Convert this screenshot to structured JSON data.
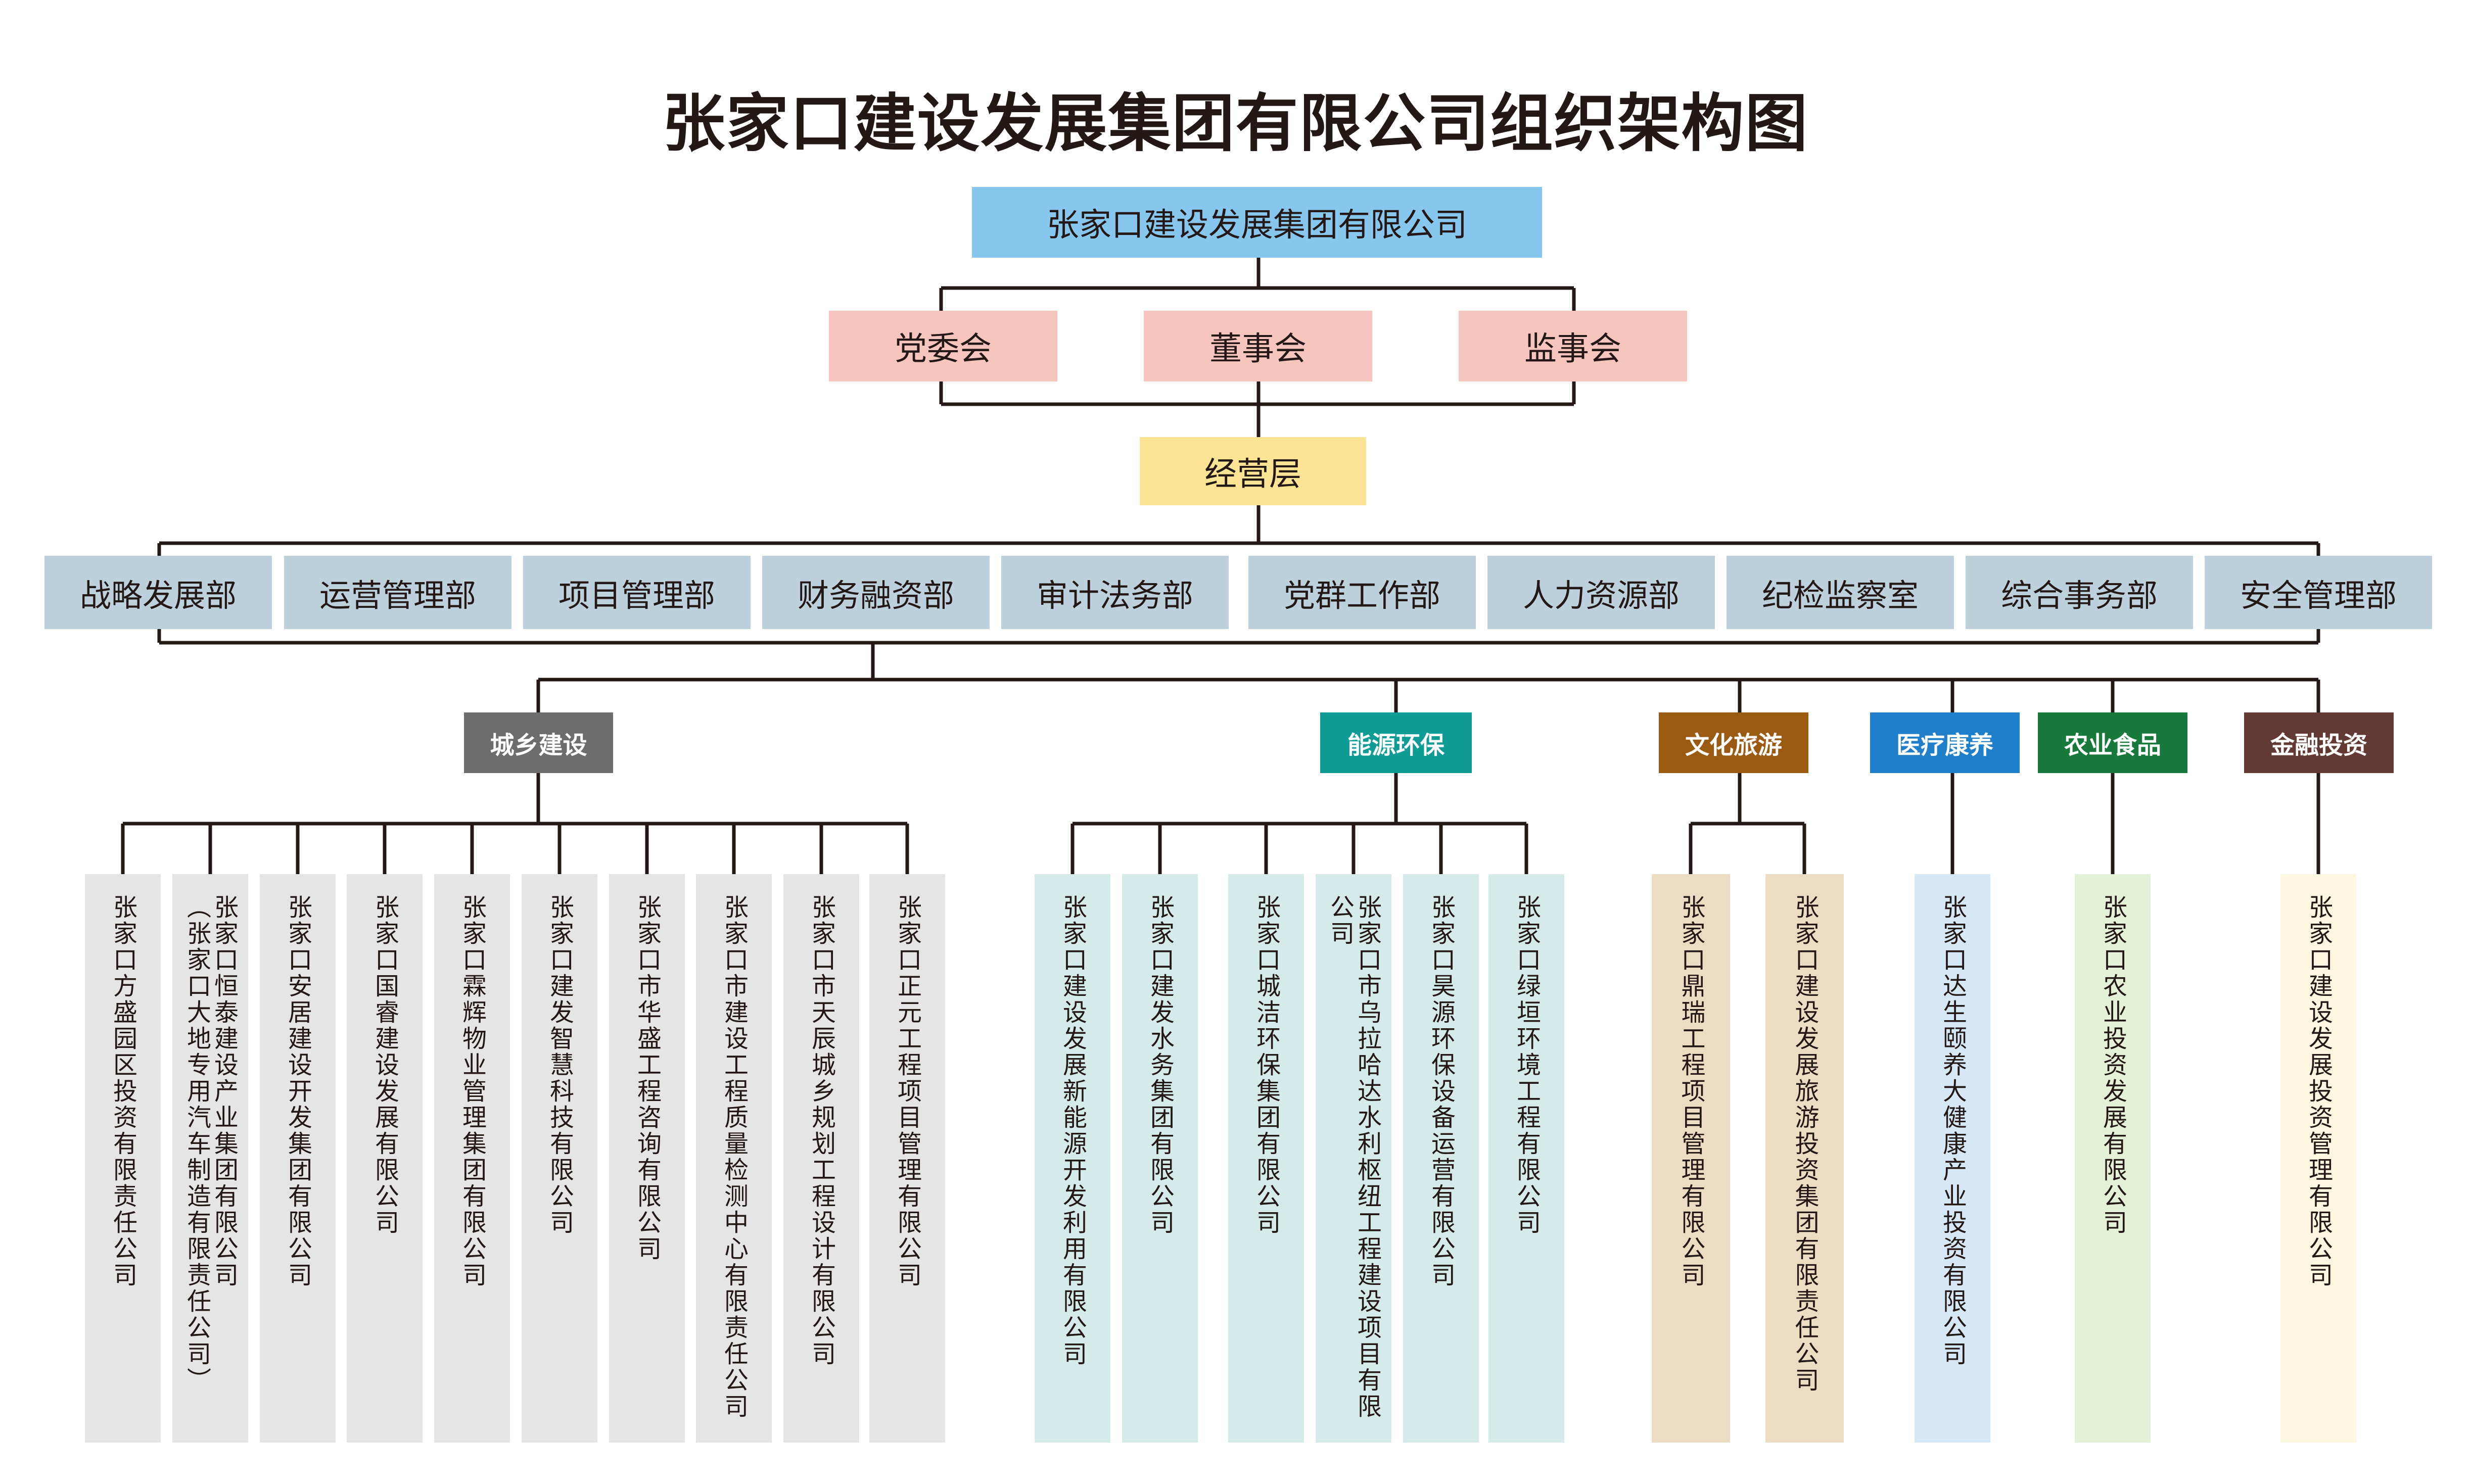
{
  "title": "张家口建设发展集团有限公司组织架构图",
  "root": "张家口建设发展集团有限公司",
  "governance": [
    "党委会",
    "董事会",
    "监事会"
  ],
  "management": "经营层",
  "departments": [
    "战略发展部",
    "运营管理部",
    "项目管理部",
    "财务融资部",
    "审计法务部",
    "党群工作部",
    "人力资源部",
    "纪检监察室",
    "综合事务部",
    "安全管理部"
  ],
  "sectors": [
    {
      "label": "城乡建设",
      "color": "#6d6d6e"
    },
    {
      "label": "能源环保",
      "color": "#0f9c95"
    },
    {
      "label": "文化旅游",
      "color": "#9b5a12"
    },
    {
      "label": "医疗康养",
      "color": "#1f7fca"
    },
    {
      "label": "农业食品",
      "color": "#17793c"
    },
    {
      "label": "金融投资",
      "color": "#633a33"
    }
  ],
  "companies": [
    {
      "name": "张家口方盛园区投资有限责任公司",
      "sector": 0,
      "bg": "#e5e5e5"
    },
    {
      "name": "张家口恒泰建设产业集团有限公司",
      "sub": "（张家口大地专用汽车制造有限责任公司）",
      "sector": 0,
      "bg": "#e5e5e5"
    },
    {
      "name": "张家口安居建设开发集团有限公司",
      "sector": 0,
      "bg": "#e5e5e5"
    },
    {
      "name": "张家口国睿建设发展有限公司",
      "sector": 0,
      "bg": "#e5e5e5"
    },
    {
      "name": "张家口霖辉物业管理集团有限公司",
      "sector": 0,
      "bg": "#e5e5e5"
    },
    {
      "name": "张家口建发智慧科技有限公司",
      "sector": 0,
      "bg": "#e5e5e5"
    },
    {
      "name": "张家口市华盛工程咨询有限公司",
      "sector": 0,
      "bg": "#e5e5e5"
    },
    {
      "name": "张家口市建设工程质量检测中心有限责任公司",
      "sector": 0,
      "bg": "#e5e5e5"
    },
    {
      "name": "张家口市天辰城乡规划工程设计有限公司",
      "sector": 0,
      "bg": "#e5e5e5"
    },
    {
      "name": "张家口正元工程项目管理有限公司",
      "sector": 0,
      "bg": "#e5e5e5"
    },
    {
      "name": "张家口建设发展新能源开发利用有限公司",
      "sector": 1,
      "bg": "#d4ebe9"
    },
    {
      "name": "张家口建发水务集团有限公司",
      "sector": 1,
      "bg": "#d4ebe9"
    },
    {
      "name": "张家口城洁环保集团有限公司",
      "sector": 1,
      "bg": "#d4ebe9"
    },
    {
      "name": "张家口市乌拉哈达水利枢纽工程建设项目有限公司",
      "sector": 1,
      "bg": "#d4ebe9"
    },
    {
      "name": "张家口昊源环保设备运营有限公司",
      "sector": 1,
      "bg": "#d4ebe9"
    },
    {
      "name": "张家口绿垣环境工程有限公司",
      "sector": 1,
      "bg": "#d4ebe9"
    },
    {
      "name": "张家口鼎瑞工程项目管理有限公司",
      "sector": 2,
      "bg": "#ebdcc3"
    },
    {
      "name": "张家口建设发展旅游投资集团有限责任公司",
      "sector": 2,
      "bg": "#ebdcc3"
    },
    {
      "name": "张家口达生颐养大健康产业投资有限公司",
      "sector": 3,
      "bg": "#d6e8f6"
    },
    {
      "name": "张家口农业投资发展有限公司",
      "sector": 4,
      "bg": "#e5f1d7"
    },
    {
      "name": "张家口建设发展投资管理有限公司",
      "sector": 5,
      "bg": "#fdf6e1"
    }
  ]
}
